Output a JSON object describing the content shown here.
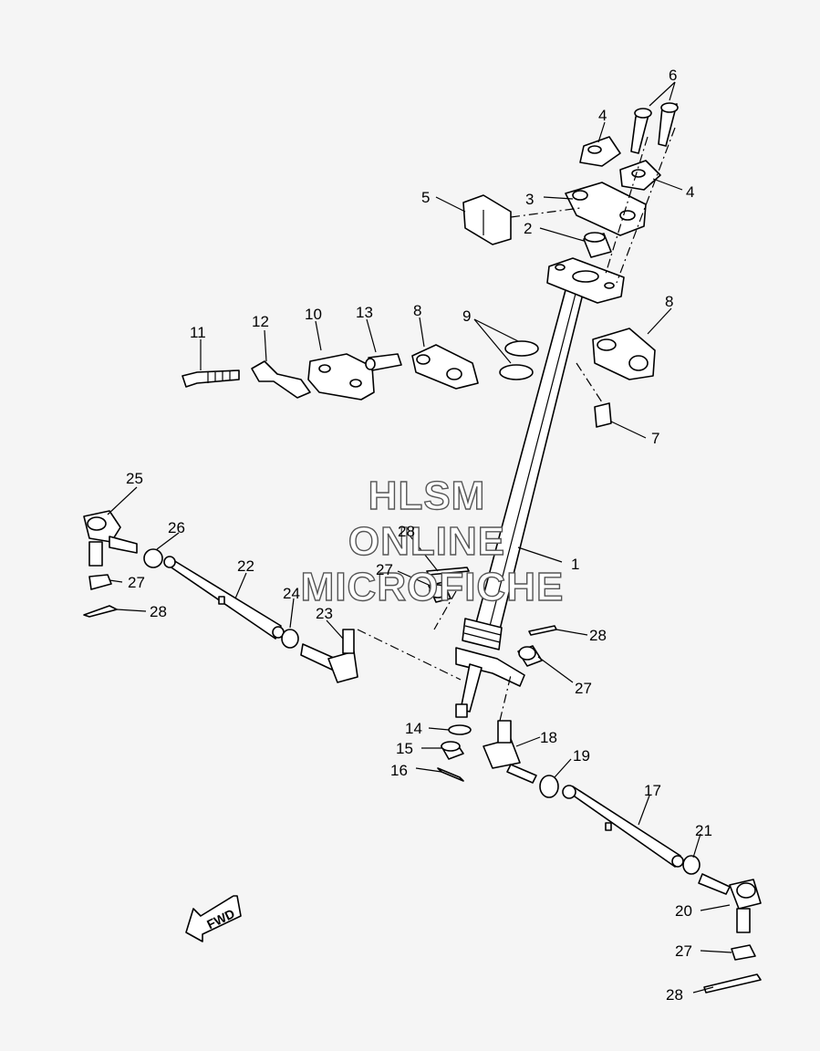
{
  "watermark": {
    "line1": "HLSM",
    "line2": "ONLINE",
    "line3": "MICROFICHE"
  },
  "direction_marker": "FWD",
  "callouts": {
    "c1": "1",
    "c2": "2",
    "c3": "3",
    "c4a": "4",
    "c4b": "4",
    "c5": "5",
    "c6": "6",
    "c7": "7",
    "c8a": "8",
    "c8b": "8",
    "c9": "9",
    "c10": "10",
    "c11": "11",
    "c12": "12",
    "c13": "13",
    "c14": "14",
    "c15": "15",
    "c16": "16",
    "c17": "17",
    "c18": "18",
    "c19": "19",
    "c20": "20",
    "c21": "21",
    "c22": "22",
    "c23": "23",
    "c24": "24",
    "c25": "25",
    "c26": "26",
    "c27a": "27",
    "c27b": "27",
    "c27c": "27",
    "c27d": "27",
    "c28a": "28",
    "c28b": "28",
    "c28c": "28",
    "c28d": "28"
  }
}
